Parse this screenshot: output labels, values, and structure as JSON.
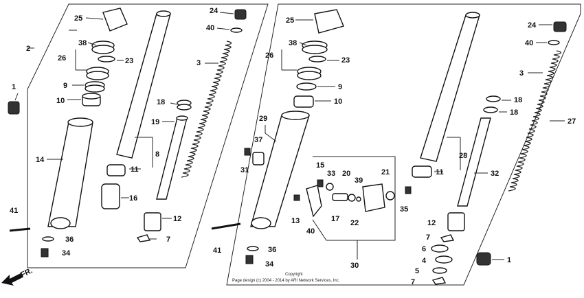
{
  "labels": {
    "l25a": "25",
    "l24a": "24",
    "l40a": "40",
    "l2": "2",
    "l38a": "38",
    "l26a": "26",
    "l23a": "23",
    "l3a": "3",
    "l9a": "9",
    "l1a": "1",
    "l10a": "10",
    "l18a": "18",
    "l19": "19",
    "l14": "14",
    "l8": "8",
    "l11a": "11",
    "l16": "16",
    "l12a": "12",
    "l41a": "41",
    "l36a": "36",
    "l7a": "7",
    "l34a": "34",
    "l25b": "25",
    "l38b": "38",
    "l26b": "26",
    "l23b": "23",
    "l9b": "9",
    "l10b": "10",
    "l29": "29",
    "l37": "37",
    "l31": "31",
    "l15": "15",
    "l33": "33",
    "l20": "20",
    "l21": "21",
    "l39": "39",
    "l13": "13",
    "l40b": "40",
    "l17": "17",
    "l22": "22",
    "l35": "35",
    "l41b": "41",
    "l36b": "36",
    "l34b": "34",
    "l30": "30",
    "l24b": "24",
    "l40c": "40",
    "l3b": "3",
    "l18b": "18",
    "l18c": "18",
    "l27": "27",
    "l28": "28",
    "l11b": "11",
    "l32": "32",
    "l12b": "12",
    "l7b": "7",
    "l6": "6",
    "l4": "4",
    "l5": "5",
    "l7c": "7",
    "l1b": "1"
  },
  "front_arrow": "FR.",
  "copyright_line1": "Copyright",
  "copyright_line2": "Page design (c) 2004 - 2014 by ARI Network Services, Inc."
}
